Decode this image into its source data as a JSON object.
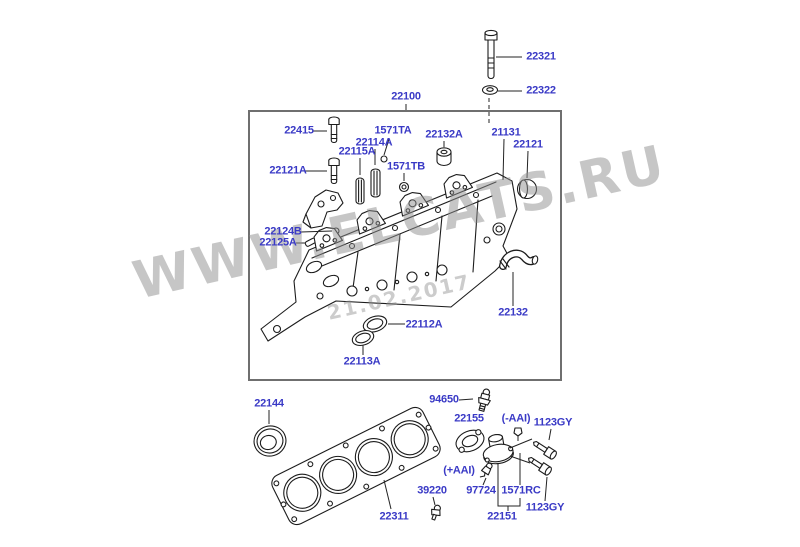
{
  "watermark": {
    "site": "WWW.ELCATS.RU",
    "date": "21.02.2017"
  },
  "colors": {
    "label": "#3a3ac6",
    "line": "#232323",
    "frame": "#6f6f6f",
    "wm": "#8f8f8f"
  },
  "labels": {
    "p22100": "22100",
    "p22321": "22321",
    "p22322": "22322",
    "p22415": "22415",
    "p22121A": "22121A",
    "p1571TA": "1571TA",
    "p22114A": "22114A",
    "p22115A": "22115A",
    "p1571TB": "1571TB",
    "p22132A": "22132A",
    "p21131": "21131",
    "p22121": "22121",
    "p22124B": "22124B",
    "p22125A": "22125A",
    "p22112A": "22112A",
    "p22113A": "22113A",
    "p22132": "22132",
    "p22144": "22144",
    "p22311": "22311",
    "p94650": "94650",
    "p22155": "22155",
    "p39220": "39220",
    "p97724": "97724",
    "p1571RC": "1571RC",
    "p22151": "22151",
    "p1123GY_a": "1123GY",
    "p1123GY_b": "1123GY",
    "note_minus_aai": "(-AAI)",
    "note_plus_aai": "(+AAI)"
  }
}
